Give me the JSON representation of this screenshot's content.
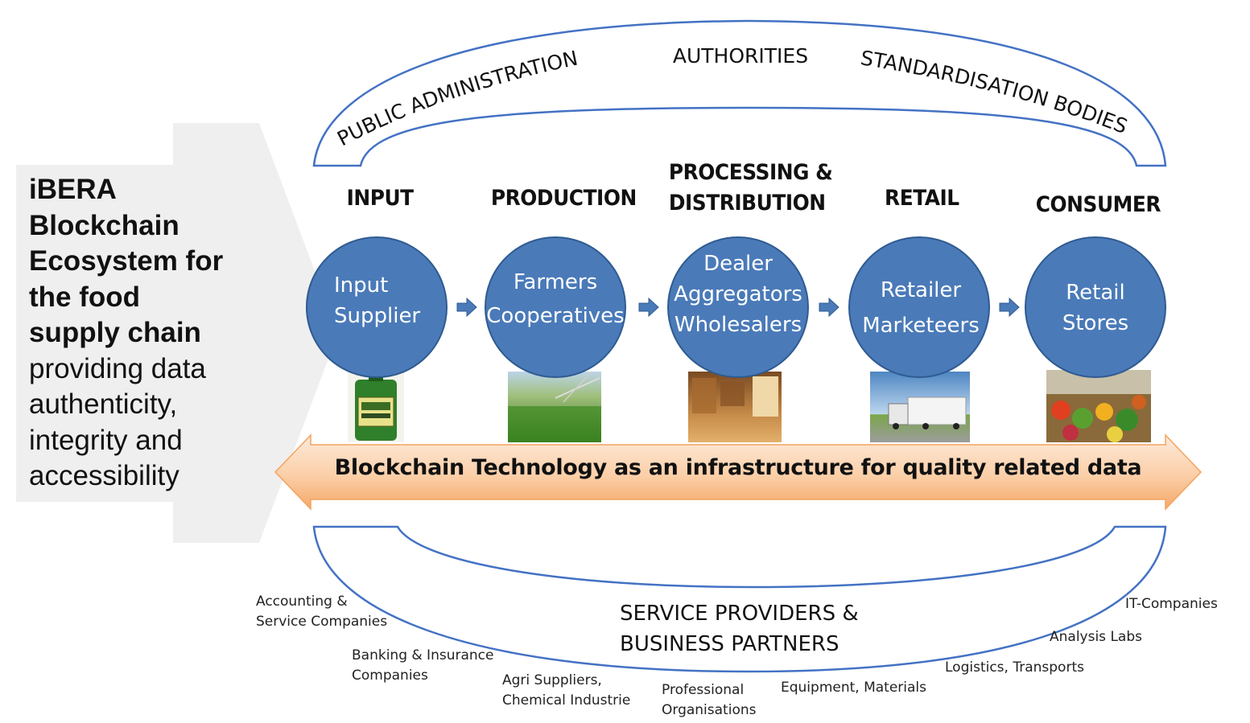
{
  "sidebar": {
    "title_lines": [
      "iBERA",
      "Blockchain",
      "Ecosystem for",
      "the food",
      "supply chain"
    ],
    "subtitle_lines": [
      "providing data",
      "authenticity,",
      "integrity and",
      "accessibility"
    ]
  },
  "top_arc": {
    "left_label": "PUBLIC ADMINISTRATION",
    "center_label": "AUTHORITIES",
    "right_label": "STANDARDISATION BODIES"
  },
  "stages": [
    {
      "heading": "INPUT",
      "circle_lines": [
        "Input",
        "Supplier"
      ],
      "image": "fertilizer-jug"
    },
    {
      "heading": "PRODUCTION",
      "circle_lines": [
        "Farmers",
        "Cooperatives"
      ],
      "image": "crop-field"
    },
    {
      "heading": "PROCESSING & DISTRIBUTION",
      "circle_lines": [
        "Dealer",
        "Aggregators",
        "Wholesalers"
      ],
      "image": "warehouse"
    },
    {
      "heading": "RETAIL",
      "circle_lines": [
        "Retailer",
        "Marketeers"
      ],
      "image": "truck"
    },
    {
      "heading": "CONSUMER",
      "circle_lines": [
        "Retail",
        "Stores"
      ],
      "image": "market-stall"
    }
  ],
  "heading_lines": {
    "processing": [
      "PROCESSING &",
      "DISTRIBUTION"
    ]
  },
  "band": {
    "label": "Blockchain Technology as an infrastructure for quality related data"
  },
  "bottom_arc": {
    "title_lines": [
      "SERVICE PROVIDERS &",
      "BUSINESS PARTNERS"
    ],
    "partners": [
      {
        "lines": [
          "Accounting &",
          "Service Companies"
        ]
      },
      {
        "lines": [
          "Banking & Insurance",
          "Companies"
        ]
      },
      {
        "lines": [
          "Agri Suppliers,",
          "Chemical Industrie"
        ]
      },
      {
        "lines": [
          "Professional",
          "Organisations"
        ]
      },
      {
        "lines": [
          "Equipment, Materials"
        ]
      },
      {
        "lines": [
          "Logistics, Transports"
        ]
      },
      {
        "lines": [
          "Analysis Labs"
        ]
      },
      {
        "lines": [
          "IT-Companies"
        ]
      }
    ]
  },
  "colors": {
    "circle_fill": "#4a7ab8",
    "circle_stroke": "#2f5b91",
    "arc_stroke": "#4472c4",
    "band_light": "#fde3cc",
    "band_dark": "#f7b27c",
    "sidebar_bg": "#efefef"
  }
}
